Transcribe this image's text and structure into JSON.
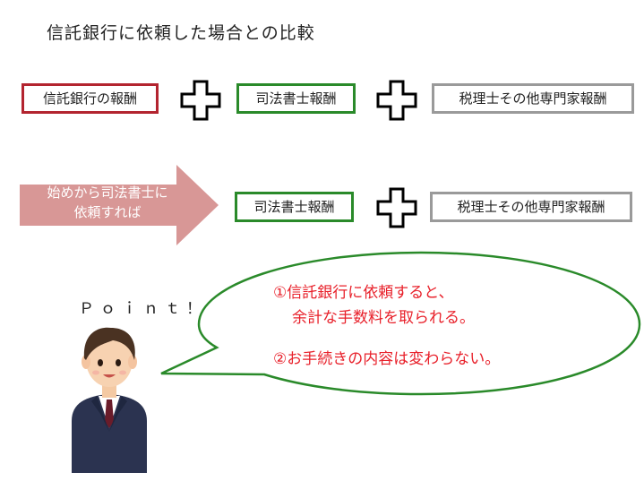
{
  "title": "信託銀行に依頼した場合との比較",
  "row1": {
    "box1": "信託銀行の報酬",
    "box2": "司法書士報酬",
    "box3": "税理士その他専門家報酬"
  },
  "row2": {
    "arrow_line1": "始めから司法書士に",
    "arrow_line2": "依頼すれば",
    "box1": "司法書士報酬",
    "box2": "税理士その他専門家報酬"
  },
  "point_label": "Ｐｏｉｎｔ！",
  "bubble": {
    "line1": "①信託銀行に依頼すると、",
    "line2": "余計な手数料を取られる。",
    "line3": "②お手続きの内容は変わらない。"
  },
  "colors": {
    "red_border": "#b3242f",
    "green_border": "#2a8a2a",
    "gray_border": "#9a9a9a",
    "arrow_fill": "#d89796",
    "bubble_text": "#e8202a",
    "bubble_border": "#2a8a2a"
  }
}
